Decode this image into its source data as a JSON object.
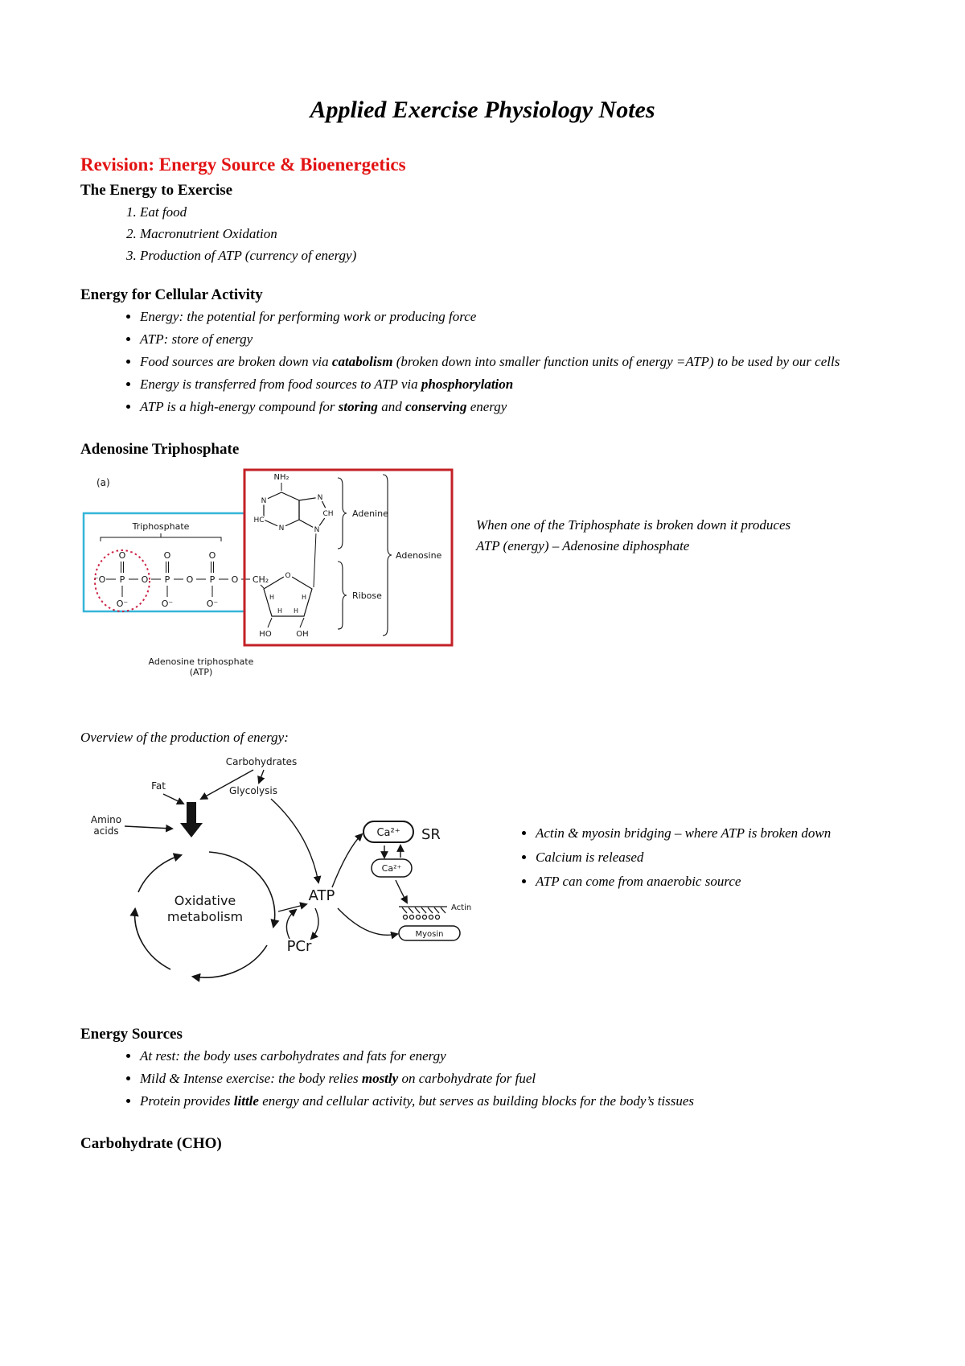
{
  "colors": {
    "heading_red": "#e21313",
    "triphosphate_box_cyan": "#35b5d8",
    "adenosine_box_red": "#c32127",
    "dotted_circle_red": "#cc2244"
  },
  "title": "Applied Exercise Physiology Notes",
  "revision_heading": "Revision: Energy Source & Bioenergetics",
  "energy_to_exercise": {
    "heading": "The Energy to Exercise",
    "items": [
      "Eat food",
      "Macronutrient Oxidation",
      "Production of ATP (currency of energy)"
    ]
  },
  "cellular_activity": {
    "heading": "Energy for Cellular Activity",
    "b1": "Energy: the potential for performing work or producing force",
    "b2": "ATP: store of energy",
    "b3a": "Food sources are broken down via ",
    "b3b": "catabolism",
    "b3c": " (broken down into smaller function units of energy =ATP) to be used by our cells",
    "b4a": "Energy is transferred from food sources to ATP via ",
    "b4b": "phosphorylation",
    "b5a": "ATP is a high-energy compound for ",
    "b5b": "storing",
    "b5c": " and ",
    "b5d": "conserving",
    "b5e": " energy"
  },
  "adenosine": {
    "heading": "Adenosine Triphosphate",
    "note": "When one of the Triphosphate is broken down it produces ATP (energy) – Adenosine diphosphate"
  },
  "fig_atp": {
    "panel_label": "(a)",
    "triphosphate": "Triphosphate",
    "nh2": "NH₂",
    "adenine": "Adenine",
    "adenosine": "Adenosine",
    "ribose": "Ribose",
    "o_minus_left": "⁻O",
    "p": "P",
    "o": "O",
    "o_minus": "O⁻",
    "ch2": "CH₂",
    "n": "N",
    "hc": "HC",
    "ch": "CH",
    "h": "H",
    "ho": "HO",
    "oh": "OH",
    "caption_line1": "Adenosine triphosphate",
    "caption_line2": "(ATP)"
  },
  "overview_caption": "Overview of the production of energy:",
  "fig_overview": {
    "carbohydrates": "Carbohydrates",
    "fat": "Fat",
    "glycolysis": "Glycolysis",
    "amino_line1": "Amino",
    "amino_line2": "acids",
    "oxidative_line1": "Oxidative",
    "oxidative_line2": "metabolism",
    "atp": "ATP",
    "pcr": "PCr",
    "ca_sr": "Ca²⁺",
    "sr": "SR",
    "ca": "Ca²⁺",
    "actin": "Actin",
    "myosin": "Myosin"
  },
  "overview_bullets": {
    "b1": "Actin & myosin bridging – where ATP is broken down",
    "b2": "Calcium is released",
    "b3": "ATP can come from anaerobic source"
  },
  "energy_sources": {
    "heading": "Energy Sources",
    "b1": "At rest: the body uses carbohydrates and fats for energy",
    "b2a": "Mild & Intense exercise: the body relies ",
    "b2b": "mostly",
    "b2c": " on carbohydrate for fuel",
    "b3a": "Protein provides ",
    "b3b": "little",
    "b3c": " energy and cellular activity, but serves as building blocks for the body’s tissues"
  },
  "cho_heading": "Carbohydrate (CHO)"
}
